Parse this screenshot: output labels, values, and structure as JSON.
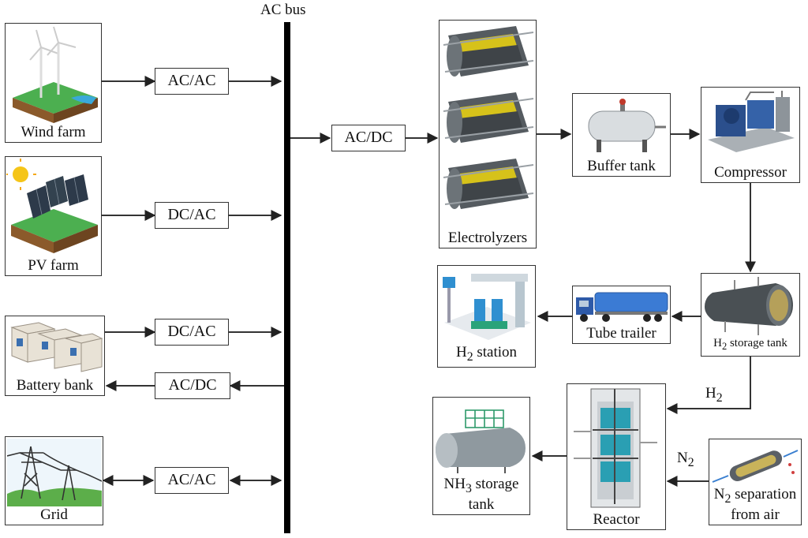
{
  "bus_label": "AC bus",
  "sources": {
    "wind": "Wind farm",
    "pv": "PV farm",
    "battery": "Battery bank",
    "grid": "Grid"
  },
  "converters": {
    "wind": "AC/AC",
    "pv": "DC/AC",
    "battery_in": "DC/AC",
    "battery_out": "AC/DC",
    "grid": "AC/AC",
    "electrolyzer": "AC/DC"
  },
  "process": {
    "electrolyzers": "Electrolyzers",
    "buffer_tank": "Buffer tank",
    "compressor": "Compressor",
    "h2_storage": {
      "main": "H",
      "sub": "2",
      "rest": " storage tank"
    },
    "tube_trailer": "Tube trailer",
    "h2_station": {
      "main": "H",
      "sub": "2",
      "rest": " station"
    },
    "reactor": "Reactor",
    "nh3_storage": {
      "line1_main": "NH",
      "line1_sub": "3",
      "line1_rest": " storage",
      "line2": "tank"
    },
    "n2_separation": {
      "main": "N",
      "sub": "2",
      "rest": " separation",
      "line2": "from air"
    }
  },
  "flow_labels": {
    "h2": {
      "main": "H",
      "sub": "2"
    },
    "n2": {
      "main": "N",
      "sub": "2"
    }
  },
  "colors": {
    "line": "#333333",
    "bus": "#000000",
    "grass": "#4caf50",
    "soil": "#8b5a2b",
    "steel": "#555b60",
    "yellow": "#d6c21a",
    "teal": "#2a9fb3"
  }
}
